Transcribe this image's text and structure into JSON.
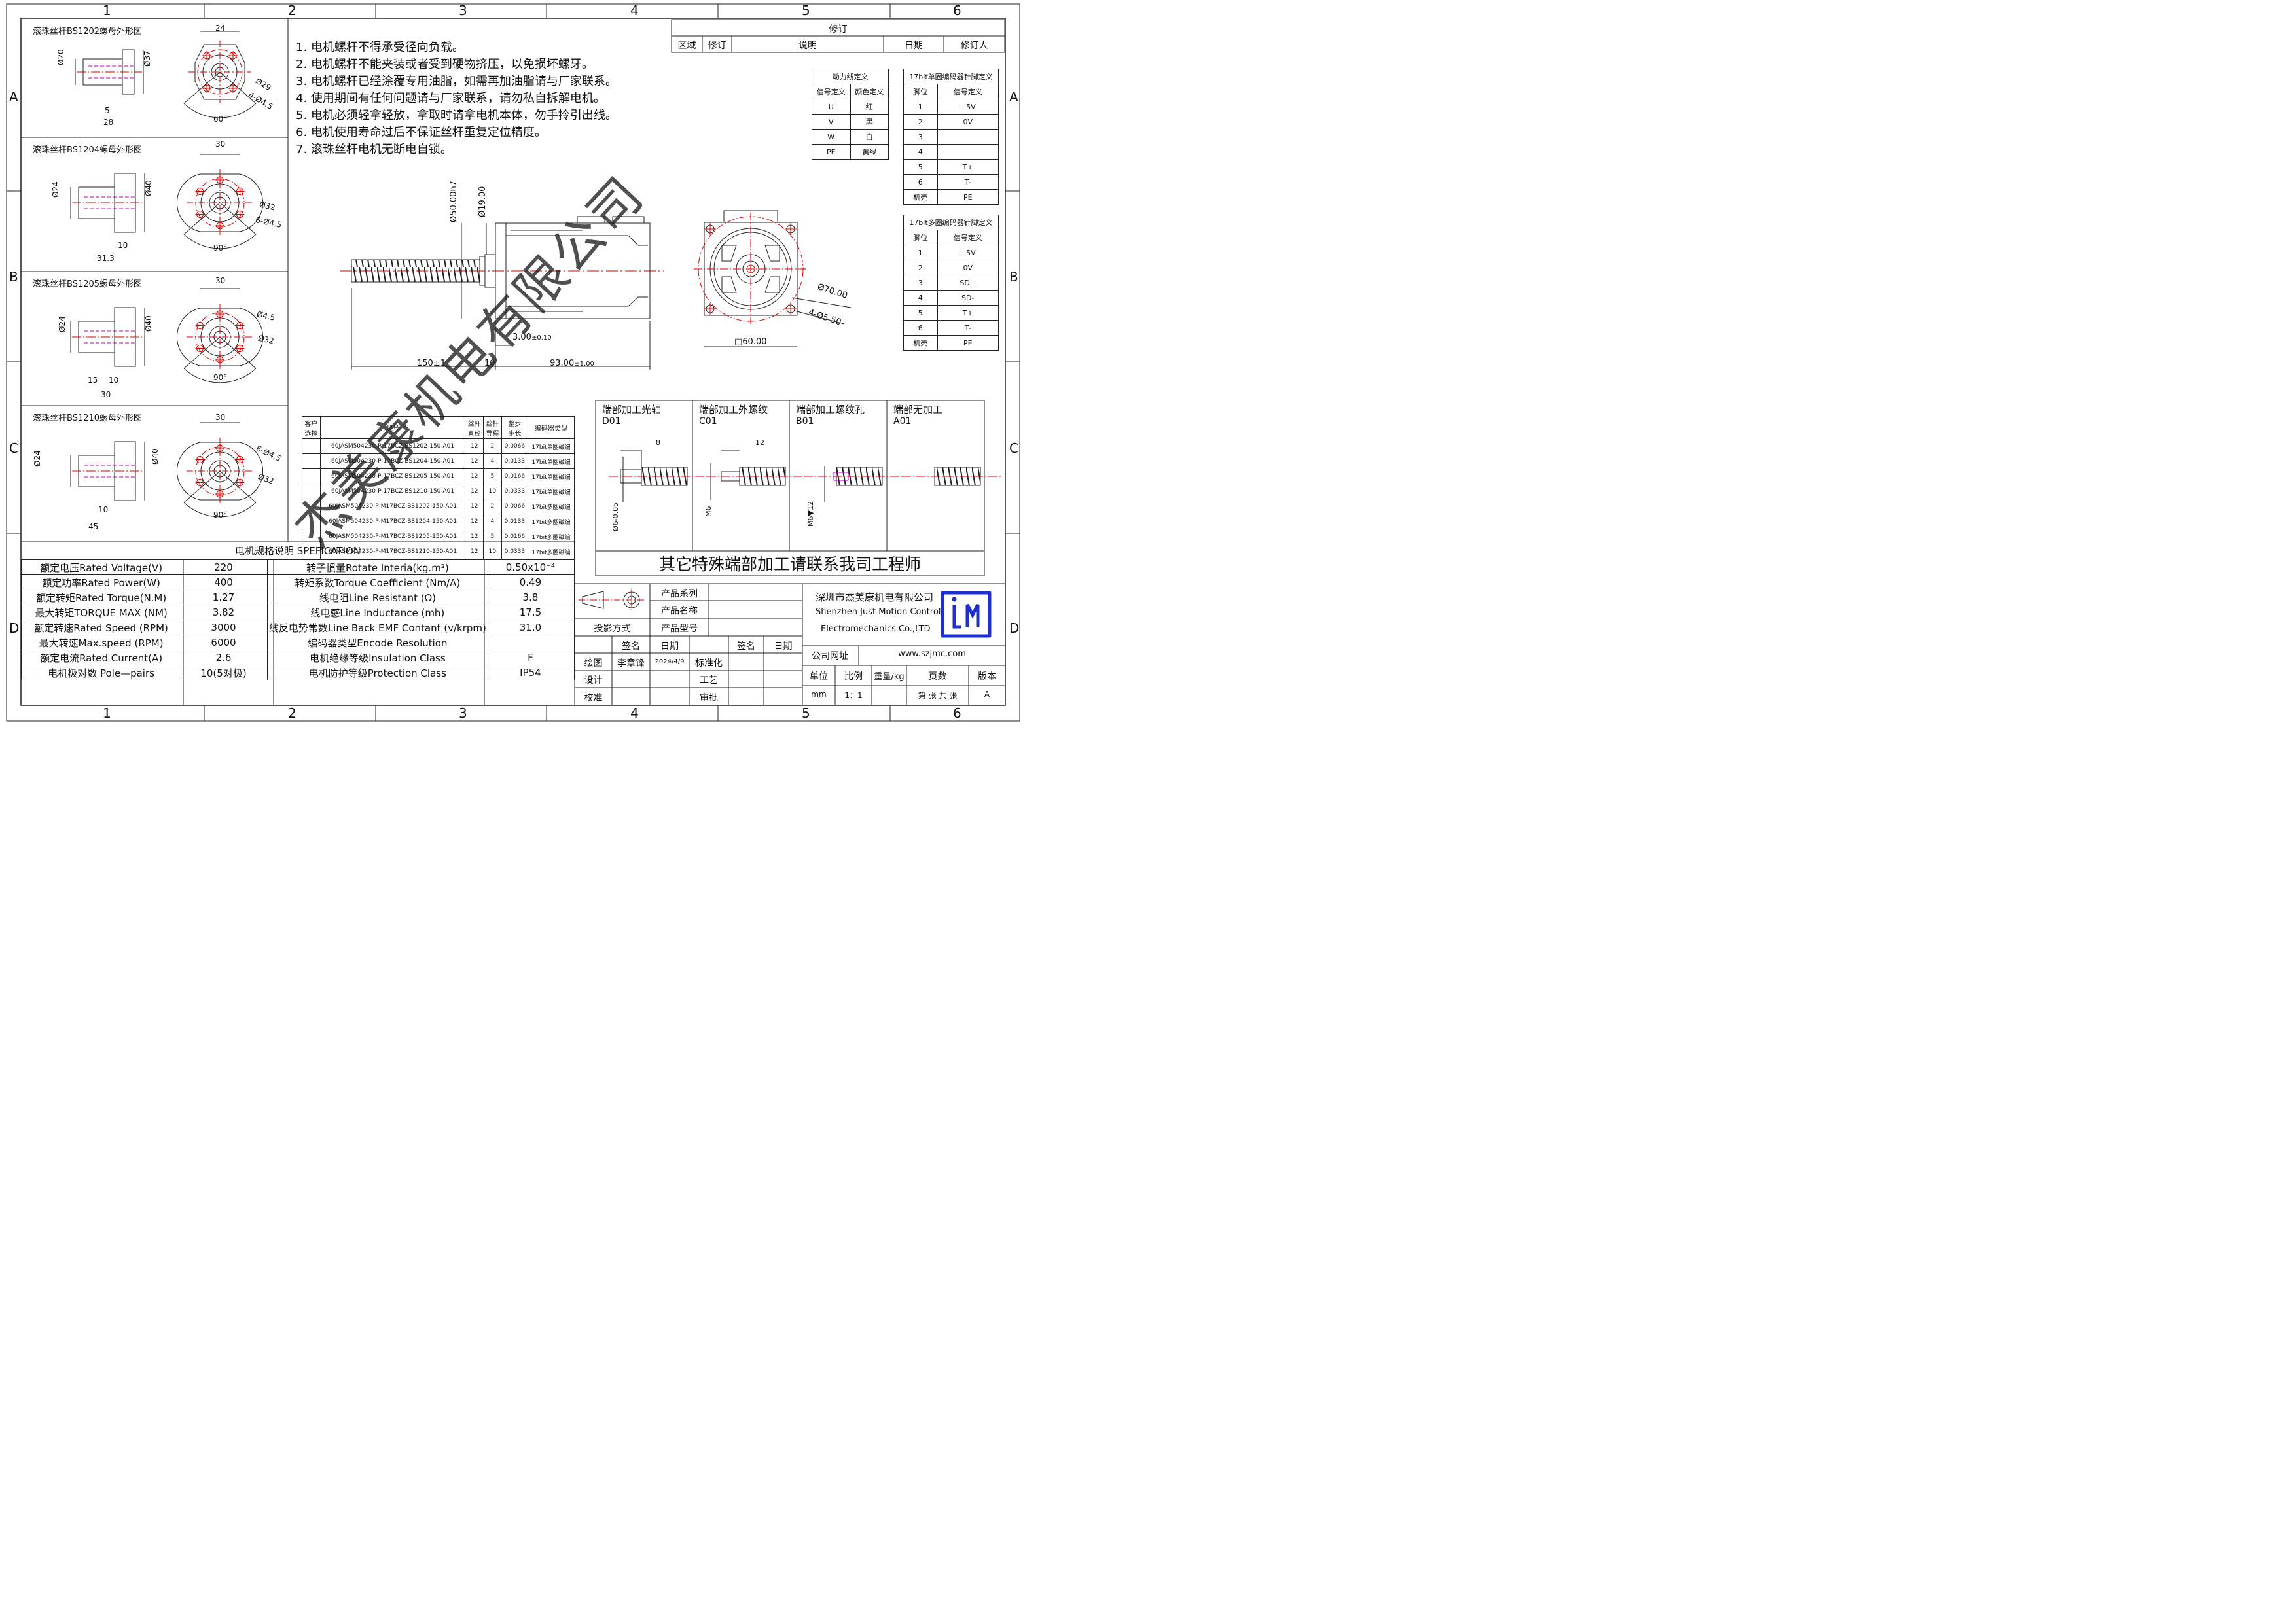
{
  "frame": {
    "col_labels": [
      "1",
      "2",
      "3",
      "4",
      "5",
      "6"
    ],
    "row_labels": [
      "A",
      "B",
      "C",
      "D"
    ]
  },
  "revision": {
    "title": "修订",
    "headers": [
      "区域",
      "修订",
      "说明",
      "日期",
      "修订人"
    ]
  },
  "nut_views": [
    {
      "title": "滚珠丝杆BS1202螺母外形图",
      "dims": [
        "24",
        "Ø20",
        "Ø37",
        "5",
        "28",
        "Ø29",
        "4-Ø4.5",
        "60°"
      ]
    },
    {
      "title": "滚珠丝杆BS1204螺母外形图",
      "dims": [
        "30",
        "Ø24",
        "Ø40",
        "10",
        "31.3",
        "Ø32",
        "6-Ø4.5",
        "90°"
      ]
    },
    {
      "title": "滚珠丝杆BS1205螺母外形图",
      "dims": [
        "30",
        "Ø24",
        "Ø40",
        "15",
        "10",
        "30",
        "Ø4.5",
        "Ø32",
        "90°"
      ]
    },
    {
      "title": "滚珠丝杆BS1210螺母外形图",
      "dims": [
        "30",
        "Ø24",
        "Ø40",
        "10",
        "45",
        "6-Ø4.5",
        "Ø32",
        "90°"
      ]
    }
  ],
  "notes": [
    "1. 电机螺杆不得承受径向负载。",
    "2. 电机螺杆不能夹装或者受到硬物挤压，以免损坏螺牙。",
    "3. 电机螺杆已经涂覆专用油脂，如需再加油脂请与厂家联系。",
    "4. 使用期间有任何问题请与厂家联系，请勿私自拆解电机。",
    "5. 电机必须轻拿轻放，拿取时请拿电机本体，勿手拎引出线。",
    "6. 电机使用寿命过后不保证丝杆重复定位精度。",
    "7. 滚珠丝杆电机无断电自锁。"
  ],
  "motor_dims": {
    "d50": "Ø50.00h7",
    "d19": "Ø19.00",
    "d3": "3.00",
    "d3_tol": "±0.10",
    "len150": "150±1",
    "len10": "10",
    "len93": "93.00",
    "len93_tol": "±1.00",
    "d70": "Ø70.00",
    "holes": "4-Ø5.50",
    "sq60": "□60.00"
  },
  "power_wire": {
    "title": "动力线定义",
    "headers": [
      "信号定义",
      "颜色定义"
    ],
    "rows": [
      [
        "U",
        "红"
      ],
      [
        "V",
        "黑"
      ],
      [
        "W",
        "白"
      ],
      [
        "PE",
        "黄绿"
      ]
    ]
  },
  "encoder_single": {
    "title": "17bit单圈编码器针脚定义",
    "headers": [
      "脚位",
      "信号定义"
    ],
    "rows": [
      [
        "1",
        "+5V"
      ],
      [
        "2",
        "0V"
      ],
      [
        "3",
        ""
      ],
      [
        "4",
        ""
      ],
      [
        "5",
        "T+"
      ],
      [
        "6",
        "T-"
      ],
      [
        "机壳",
        "PE"
      ]
    ]
  },
  "encoder_multi": {
    "title": "17bit多圈编码器针脚定义",
    "headers": [
      "脚位",
      "信号定义"
    ],
    "rows": [
      [
        "1",
        "+5V"
      ],
      [
        "2",
        "0V"
      ],
      [
        "3",
        "SD+"
      ],
      [
        "4",
        "SD-"
      ],
      [
        "5",
        "T+"
      ],
      [
        "6",
        "T-"
      ],
      [
        "机壳",
        "PE"
      ]
    ]
  },
  "model_table": {
    "headers": [
      "客户\n选择",
      "型号",
      "丝杆\n直径",
      "丝杆\n导程",
      "整步\n步长",
      "编码器类型"
    ],
    "rows": [
      [
        "",
        "60JASM504230-P-17BCZ-BS1202-150-A01",
        "12",
        "2",
        "0.0066",
        "17bit单圈磁编"
      ],
      [
        "",
        "60JASM504230-P-17BCZ-BS1204-150-A01",
        "12",
        "4",
        "0.0133",
        "17bit单圈磁编"
      ],
      [
        "",
        "60JASM504230-P-17BCZ-BS1205-150-A01",
        "12",
        "5",
        "0.0166",
        "17bit单圈磁编"
      ],
      [
        "",
        "60JASM504230-P-17BCZ-BS1210-150-A01",
        "12",
        "10",
        "0.0333",
        "17bit单圈磁编"
      ],
      [
        "",
        "60JASM504230-P-M17BCZ-BS1202-150-A01",
        "12",
        "2",
        "0.0066",
        "17bit多圈磁编"
      ],
      [
        "",
        "60JASM504230-P-M17BCZ-BS1204-150-A01",
        "12",
        "4",
        "0.0133",
        "17bit多圈磁编"
      ],
      [
        "",
        "60JASM504230-P-M17BCZ-BS1205-150-A01",
        "12",
        "5",
        "0.0166",
        "17bit多圈磁编"
      ],
      [
        "",
        "60JASM504230-P-M17BCZ-BS1210-150-A01",
        "12",
        "10",
        "0.0333",
        "17bit多圈磁编"
      ]
    ]
  },
  "end_processing": {
    "items": [
      {
        "title": "端部加工光轴",
        "code": "D01",
        "dims": [
          "8",
          "Ø6-0.05"
        ]
      },
      {
        "title": "端部加工外螺纹",
        "code": "C01",
        "dims": [
          "12",
          "M6"
        ]
      },
      {
        "title": "端部加工螺纹孔",
        "code": "B01",
        "dims": [
          "M6▼12"
        ]
      },
      {
        "title": "端部无加工",
        "code": "A01",
        "dims": []
      }
    ],
    "footer": "其它特殊端部加工请联系我司工程师"
  },
  "spec": {
    "title": "电机规格说明 SPEFICATION",
    "rows": [
      [
        "额定电压Rated Voltage(V)",
        "220",
        "转子惯量Rotate Interia(kg.m²)",
        "0.50x10⁻⁴"
      ],
      [
        "额定功率Rated Power(W)",
        "400",
        "转矩系数Torque Coefficient (Nm/A)",
        "0.49"
      ],
      [
        "额定转矩Rated Torque(N.M)",
        "1.27",
        "线电阻Line Resistant (Ω)",
        "3.8"
      ],
      [
        "最大转矩TORQUE MAX (NM)",
        "3.82",
        "线电感Line Inductance (mh)",
        "17.5"
      ],
      [
        "额定转速Rated Speed (RPM)",
        "3000",
        "线反电势常数Line Back EMF Contant (v/krpm)",
        "31.0"
      ],
      [
        "最大转速Max.speed (RPM)",
        "6000",
        "编码器类型Encode Resolution",
        ""
      ],
      [
        "额定电流Rated Current(A)",
        "2.6",
        "电机绝缘等级Insulation Class",
        "F"
      ],
      [
        "电机极对数 Pole—pairs",
        "10(5对极)",
        "电机防护等级Protection Class",
        "IP54"
      ]
    ]
  },
  "title_block": {
    "labels": {
      "product_series": "产品系列",
      "product_name": "产品名称",
      "product_model": "产品型号",
      "projection": "投影方式",
      "sign": "签名",
      "date": "日期",
      "sign2": "签名",
      "date2": "日期",
      "draw": "绘图",
      "design": "设计",
      "check": "校准",
      "standard": "标准化",
      "process": "工艺",
      "approve": "审批",
      "website_label": "公司网址",
      "unit": "单位",
      "scale": "比例",
      "weight": "重量/kg",
      "pages": "页数",
      "version": "版本"
    },
    "drawer": "李章锋",
    "draw_date": "2024/4/9",
    "company_cn": "深圳市杰美康机电有限公司",
    "company_en1": "Shenzhen Just Motion Control",
    "company_en2": "Electromechanics Co.,LTD",
    "website": "www.szjmc.com",
    "unit_value": "mm",
    "scale_value": "1：1",
    "pages_value": "第 张 共 张",
    "version_value": "A"
  },
  "watermark": "杰美康机电有限公司",
  "colors": {
    "red": "#e00000",
    "magenta": "#c000c0",
    "logo": "#1e2fd0",
    "line": "#222222"
  }
}
